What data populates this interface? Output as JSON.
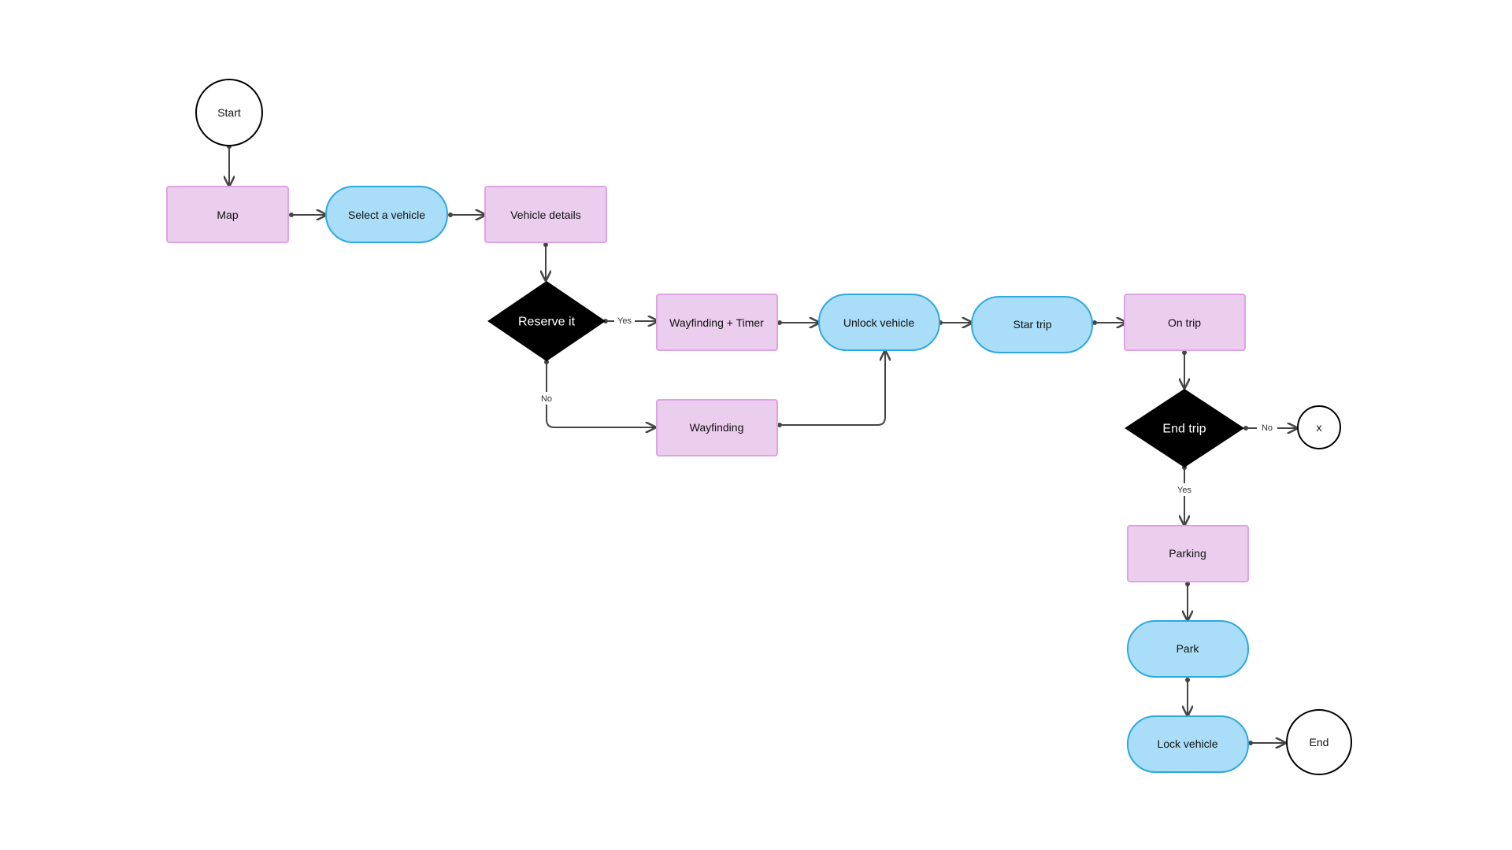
{
  "colors": {
    "process_fill": "#ebcdee",
    "process_stroke": "#dda4e3",
    "action_fill": "#a9ddf8",
    "action_stroke": "#2fa8df",
    "decision_fill": "#000000",
    "terminal_stroke": "#000000",
    "connector": "#444444"
  },
  "nodes": {
    "start": "Start",
    "map": "Map",
    "select_vehicle": "Select a vehicle",
    "vehicle_details": "Vehicle details",
    "reserve_it": "Reserve it",
    "wayfinding_timer": "Wayfinding + Timer",
    "wayfinding": "Wayfinding",
    "unlock_vehicle": "Unlock vehicle",
    "star_trip": "Star trip",
    "on_trip": "On trip",
    "end_trip": "End trip",
    "x": "x",
    "parking": "Parking",
    "park": "Park",
    "lock_vehicle": "Lock vehicle",
    "end": "End"
  },
  "edge_labels": {
    "reserve_yes": "Yes",
    "reserve_no": "No",
    "end_trip_no": "No",
    "end_trip_yes": "Yes"
  }
}
